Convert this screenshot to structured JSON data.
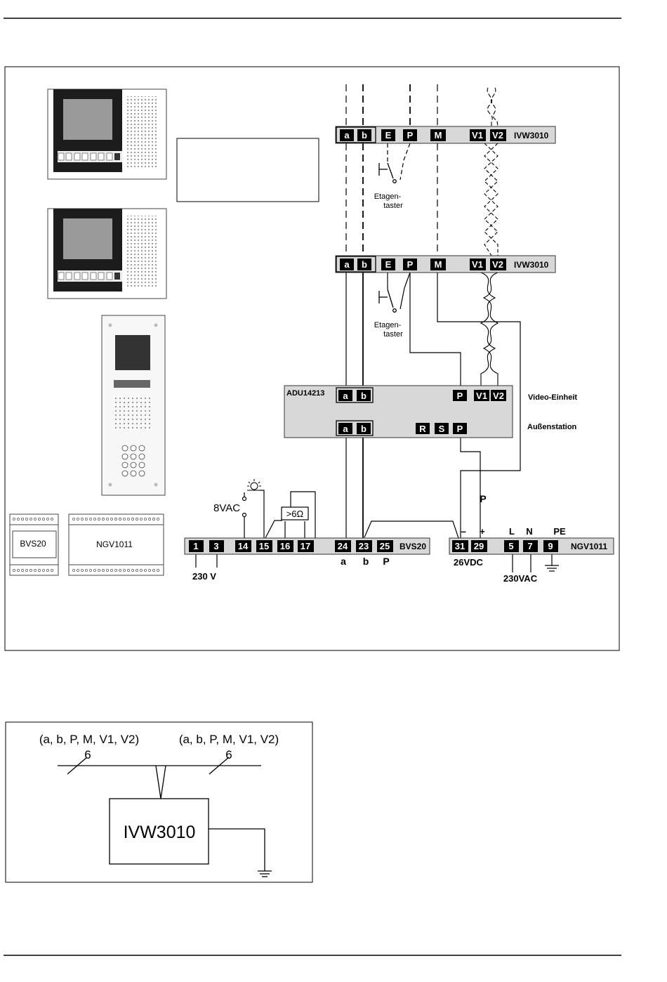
{
  "main_diagram": {
    "ivw_top": {
      "label": "IVW3010",
      "terminals": [
        "a",
        "b",
        "E",
        "P",
        "M",
        "V1",
        "V2"
      ]
    },
    "ivw_mid": {
      "label": "IVW3010",
      "terminals": [
        "a",
        "b",
        "E",
        "P",
        "M",
        "V1",
        "V2"
      ]
    },
    "etagentaster_top": [
      "Etagen-",
      "taster"
    ],
    "etagentaster_mid": [
      "Etagen-",
      "taster"
    ],
    "adu": {
      "label": "ADU14213",
      "video_label": "Video-Einheit",
      "outdoor_label": "Außenstation",
      "row1_terminals": [
        "a",
        "b",
        "P",
        "V1",
        "V2"
      ],
      "row2_terminals": [
        "a",
        "b",
        "R",
        "S",
        "P"
      ]
    },
    "bvs": {
      "label": "BVS20",
      "terminals": [
        "1",
        "3",
        "14",
        "15",
        "16",
        "17",
        "24",
        "23",
        "25"
      ],
      "supply_label": "230 V",
      "bottom_labels": [
        "a",
        "b",
        "P"
      ],
      "vac_label": "8VAC",
      "resistor_label": ">6Ω"
    },
    "ngv": {
      "label": "NGV1011",
      "terminals": [
        "31",
        "29",
        "5",
        "7",
        "9"
      ],
      "polarity": [
        "–",
        "+"
      ],
      "phase_labels": [
        "L",
        "N",
        "PE"
      ],
      "dc_label": "26VDC",
      "ac_label": "230VAC",
      "p_label": "P"
    },
    "device_bvs_label": "BVS20",
    "device_ngv_label": "NGV1011"
  },
  "symbol_diagram": {
    "bus_left_label": "(a, b, P, M, V1, V2)",
    "bus_right_label": "(a, b, P, M, V1, V2)",
    "wire_count_left": "6",
    "wire_count_right": "6",
    "device_label": "IVW3010"
  }
}
